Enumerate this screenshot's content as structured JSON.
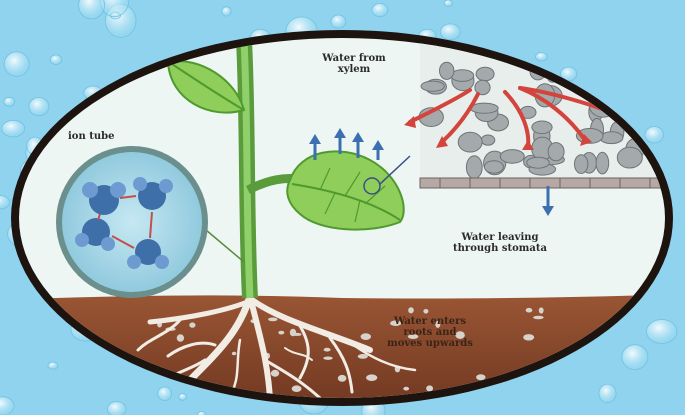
{
  "labels": {
    "tube": "ion tube",
    "xylem_line1": "Water from",
    "xylem_line2": "xylem",
    "stomata_line1": "Water leaving",
    "stomata_line2": "through stomata",
    "soil_line1": "Water enters",
    "soil_line2": "roots and",
    "soil_line3": "moves upwards"
  },
  "colors": {
    "background": "#8fd3ee",
    "droplet": "#cfeefa",
    "frame": "#1d1410",
    "sky": "#eef6f4",
    "leaf": "#8fce5a",
    "leaf_dark": "#4f9a2d",
    "stem": "#6fb64a",
    "soil": "#8a4a2c",
    "root": "#f1ece4",
    "arrow_red": "#d2443c",
    "arrow_blue": "#3c6fb0",
    "cell": "#9aa2a4",
    "inset": "#a9d6e6"
  },
  "icons": [
    "water-droplet-pattern",
    "leaf-icon",
    "red-arrow-icon",
    "blue-arrow-icon",
    "water-molecule-icon"
  ]
}
